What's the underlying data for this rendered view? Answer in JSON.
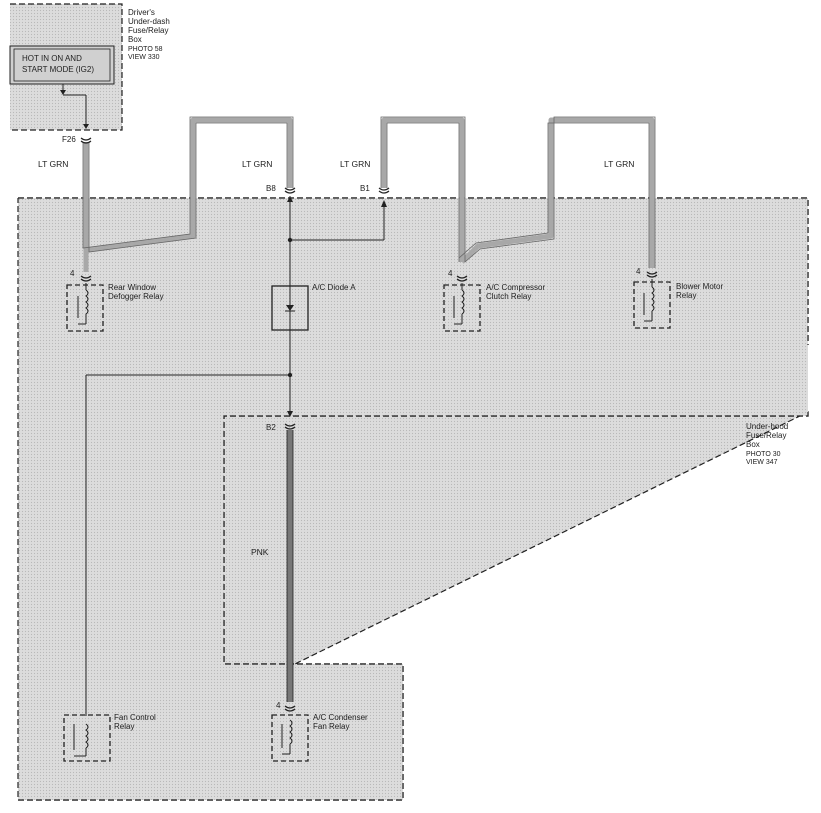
{
  "drivers_box": {
    "title_lines": [
      "Driver's",
      "Under-dash",
      "Fuse/Relay",
      "Box"
    ],
    "photo": "PHOTO 58",
    "view": "VIEW 330",
    "hot_label_lines": [
      "HOT IN ON AND",
      "START MODE (IG2)"
    ],
    "fuse": "F26"
  },
  "underhood_box": {
    "title_lines": [
      "Under-hood",
      "Fuse/Relay",
      "Box"
    ],
    "photo": "PHOTO 30",
    "view": "VIEW 347"
  },
  "wire_colors": {
    "lt_grn": "LT GRN",
    "pnk": "PNK"
  },
  "connectors": {
    "b8": "B8",
    "b1": "B1",
    "b2": "B2"
  },
  "components": {
    "rear_window_defogger_relay": {
      "pin": "4",
      "label_lines": [
        "Rear Window",
        "Defogger Relay"
      ]
    },
    "ac_diode_a": {
      "label": "A/C Diode A"
    },
    "ac_compressor_clutch_relay": {
      "pin": "4",
      "label_lines": [
        "A/C Compressor",
        "Clutch Relay"
      ]
    },
    "blower_motor_relay": {
      "pin": "4",
      "label_lines": [
        "Blower Motor",
        "Relay"
      ]
    },
    "fan_control_relay": {
      "label_lines": [
        "Fan Control",
        "Relay"
      ]
    },
    "ac_condenser_fan_relay": {
      "pin": "4",
      "label_lines": [
        "A/C Condenser",
        "Fan Relay"
      ]
    }
  },
  "colors": {
    "box_fill": "#d6d6d6",
    "wire_gray": "#a8a8a8",
    "wire_pnk": "#777777",
    "line": "#222222"
  }
}
